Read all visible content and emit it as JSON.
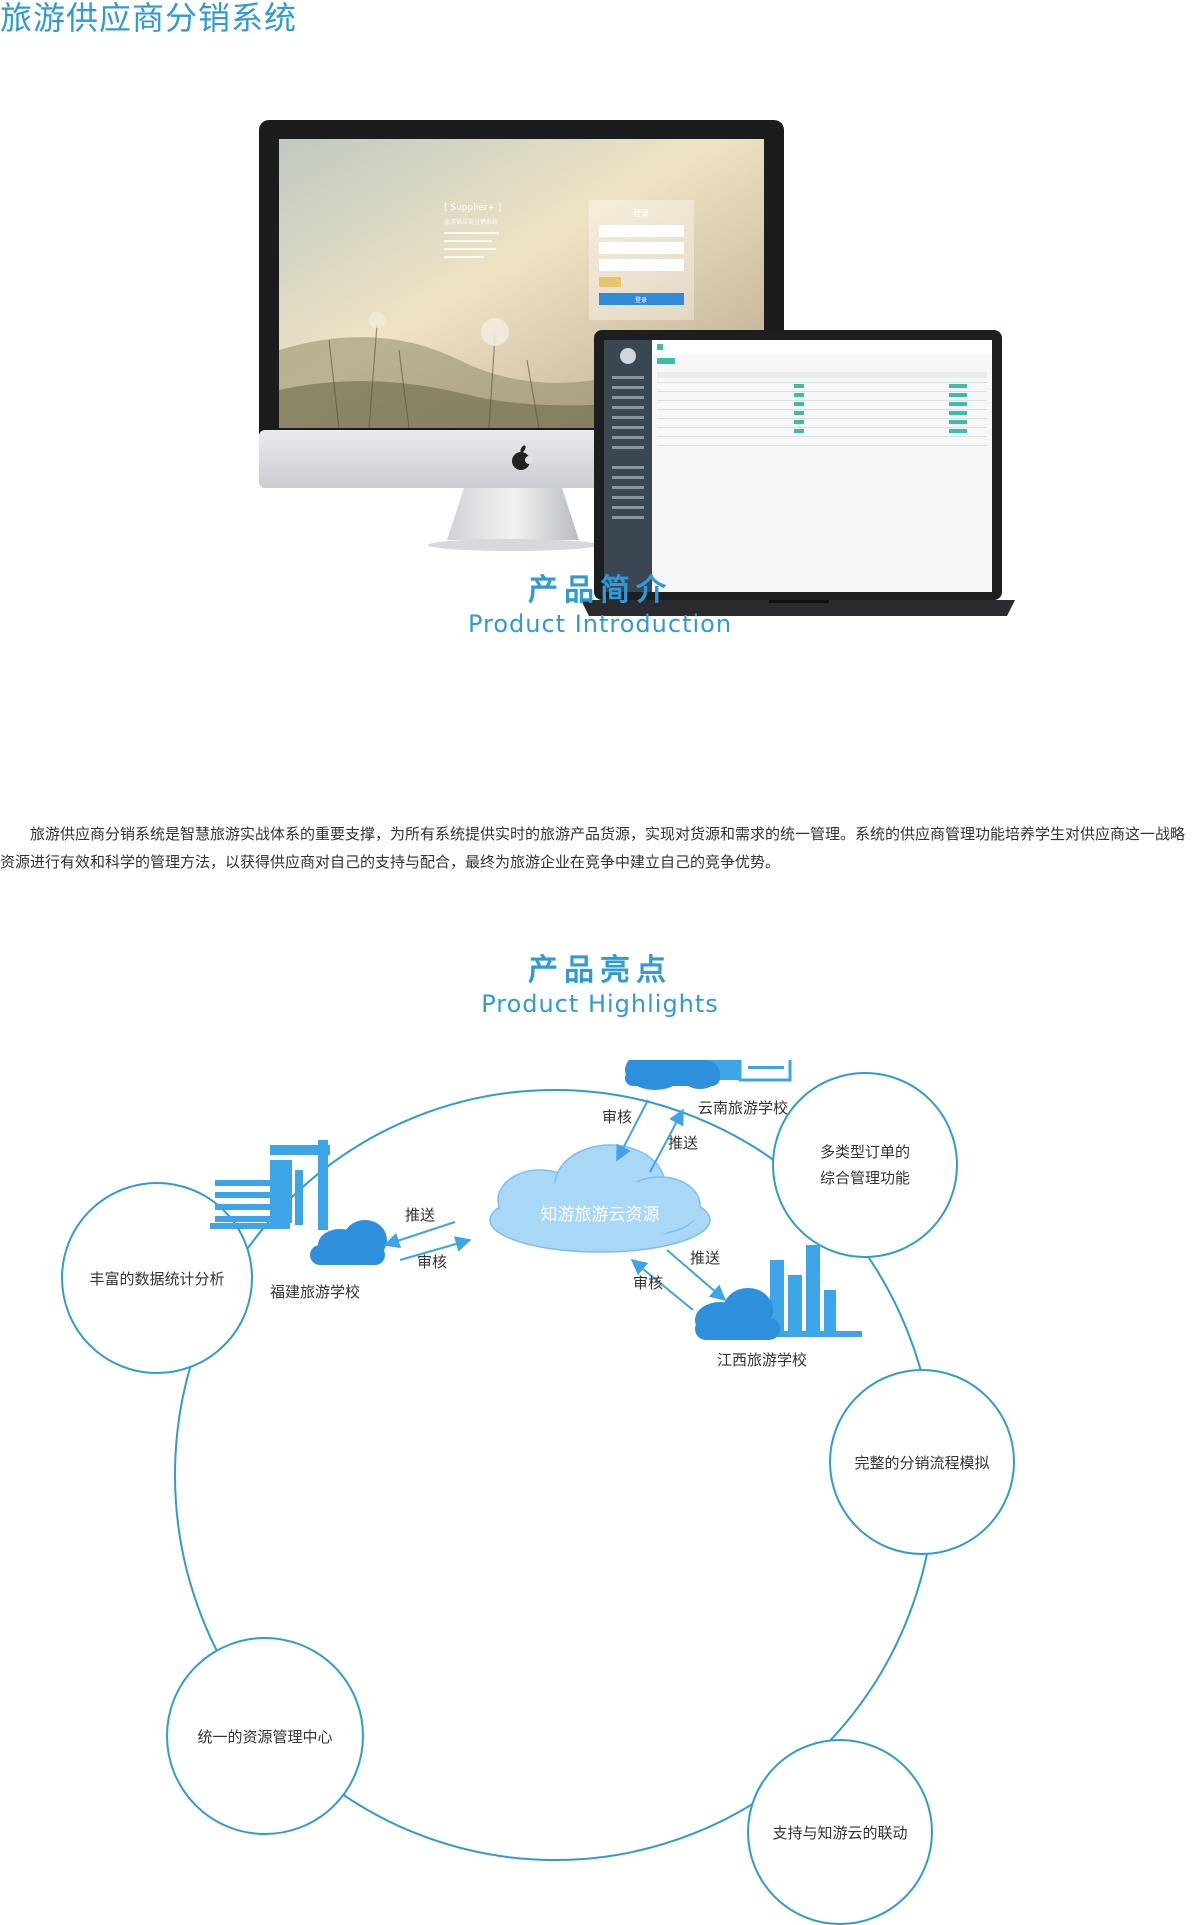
{
  "page": {
    "title": "旅游供应商分销系统"
  },
  "hero": {
    "login_screen": {
      "brand": "[ Supplier+ ]",
      "tagline": "旅游供应商分销系统",
      "form_title": "登录",
      "submit_label": "登录"
    }
  },
  "introduction": {
    "title_cn": "产品简介",
    "title_en": "Product Introduction",
    "body": "旅游供应商分销系统是智慧旅游实战体系的重要支撑，为所有系统提供实时的旅游产品货源，实现对货源和需求的统一管理。系统的供应商管理功能培养学生对供应商这一战略资源进行有效和科学的管理方法，以获得供应商对自己的支持与配合，最终为旅游企业在竞争中建立自己的竞争优势。"
  },
  "highlights": {
    "title_cn": "产品亮点",
    "title_en": "Product Highlights",
    "features": [
      {
        "lines": [
          "丰富的数据统计分析"
        ]
      },
      {
        "lines": [
          "多类型订单的",
          "综合管理功能"
        ]
      },
      {
        "lines": [
          "完整的分销流程模拟"
        ]
      },
      {
        "lines": [
          "统一的资源管理中心"
        ]
      },
      {
        "lines": [
          "支持与知游云的联动"
        ]
      }
    ],
    "center": "知游旅游云资源",
    "schools": {
      "yunnan": "云南旅游学校",
      "fujian": "福建旅游学校",
      "jiangxi": "江西旅游学校"
    },
    "flows": {
      "push": "推送",
      "review": "审核"
    }
  },
  "colors": {
    "accent": "#2e9bd6",
    "cloud": "#a9d7f6",
    "building": "#3da4e8"
  }
}
